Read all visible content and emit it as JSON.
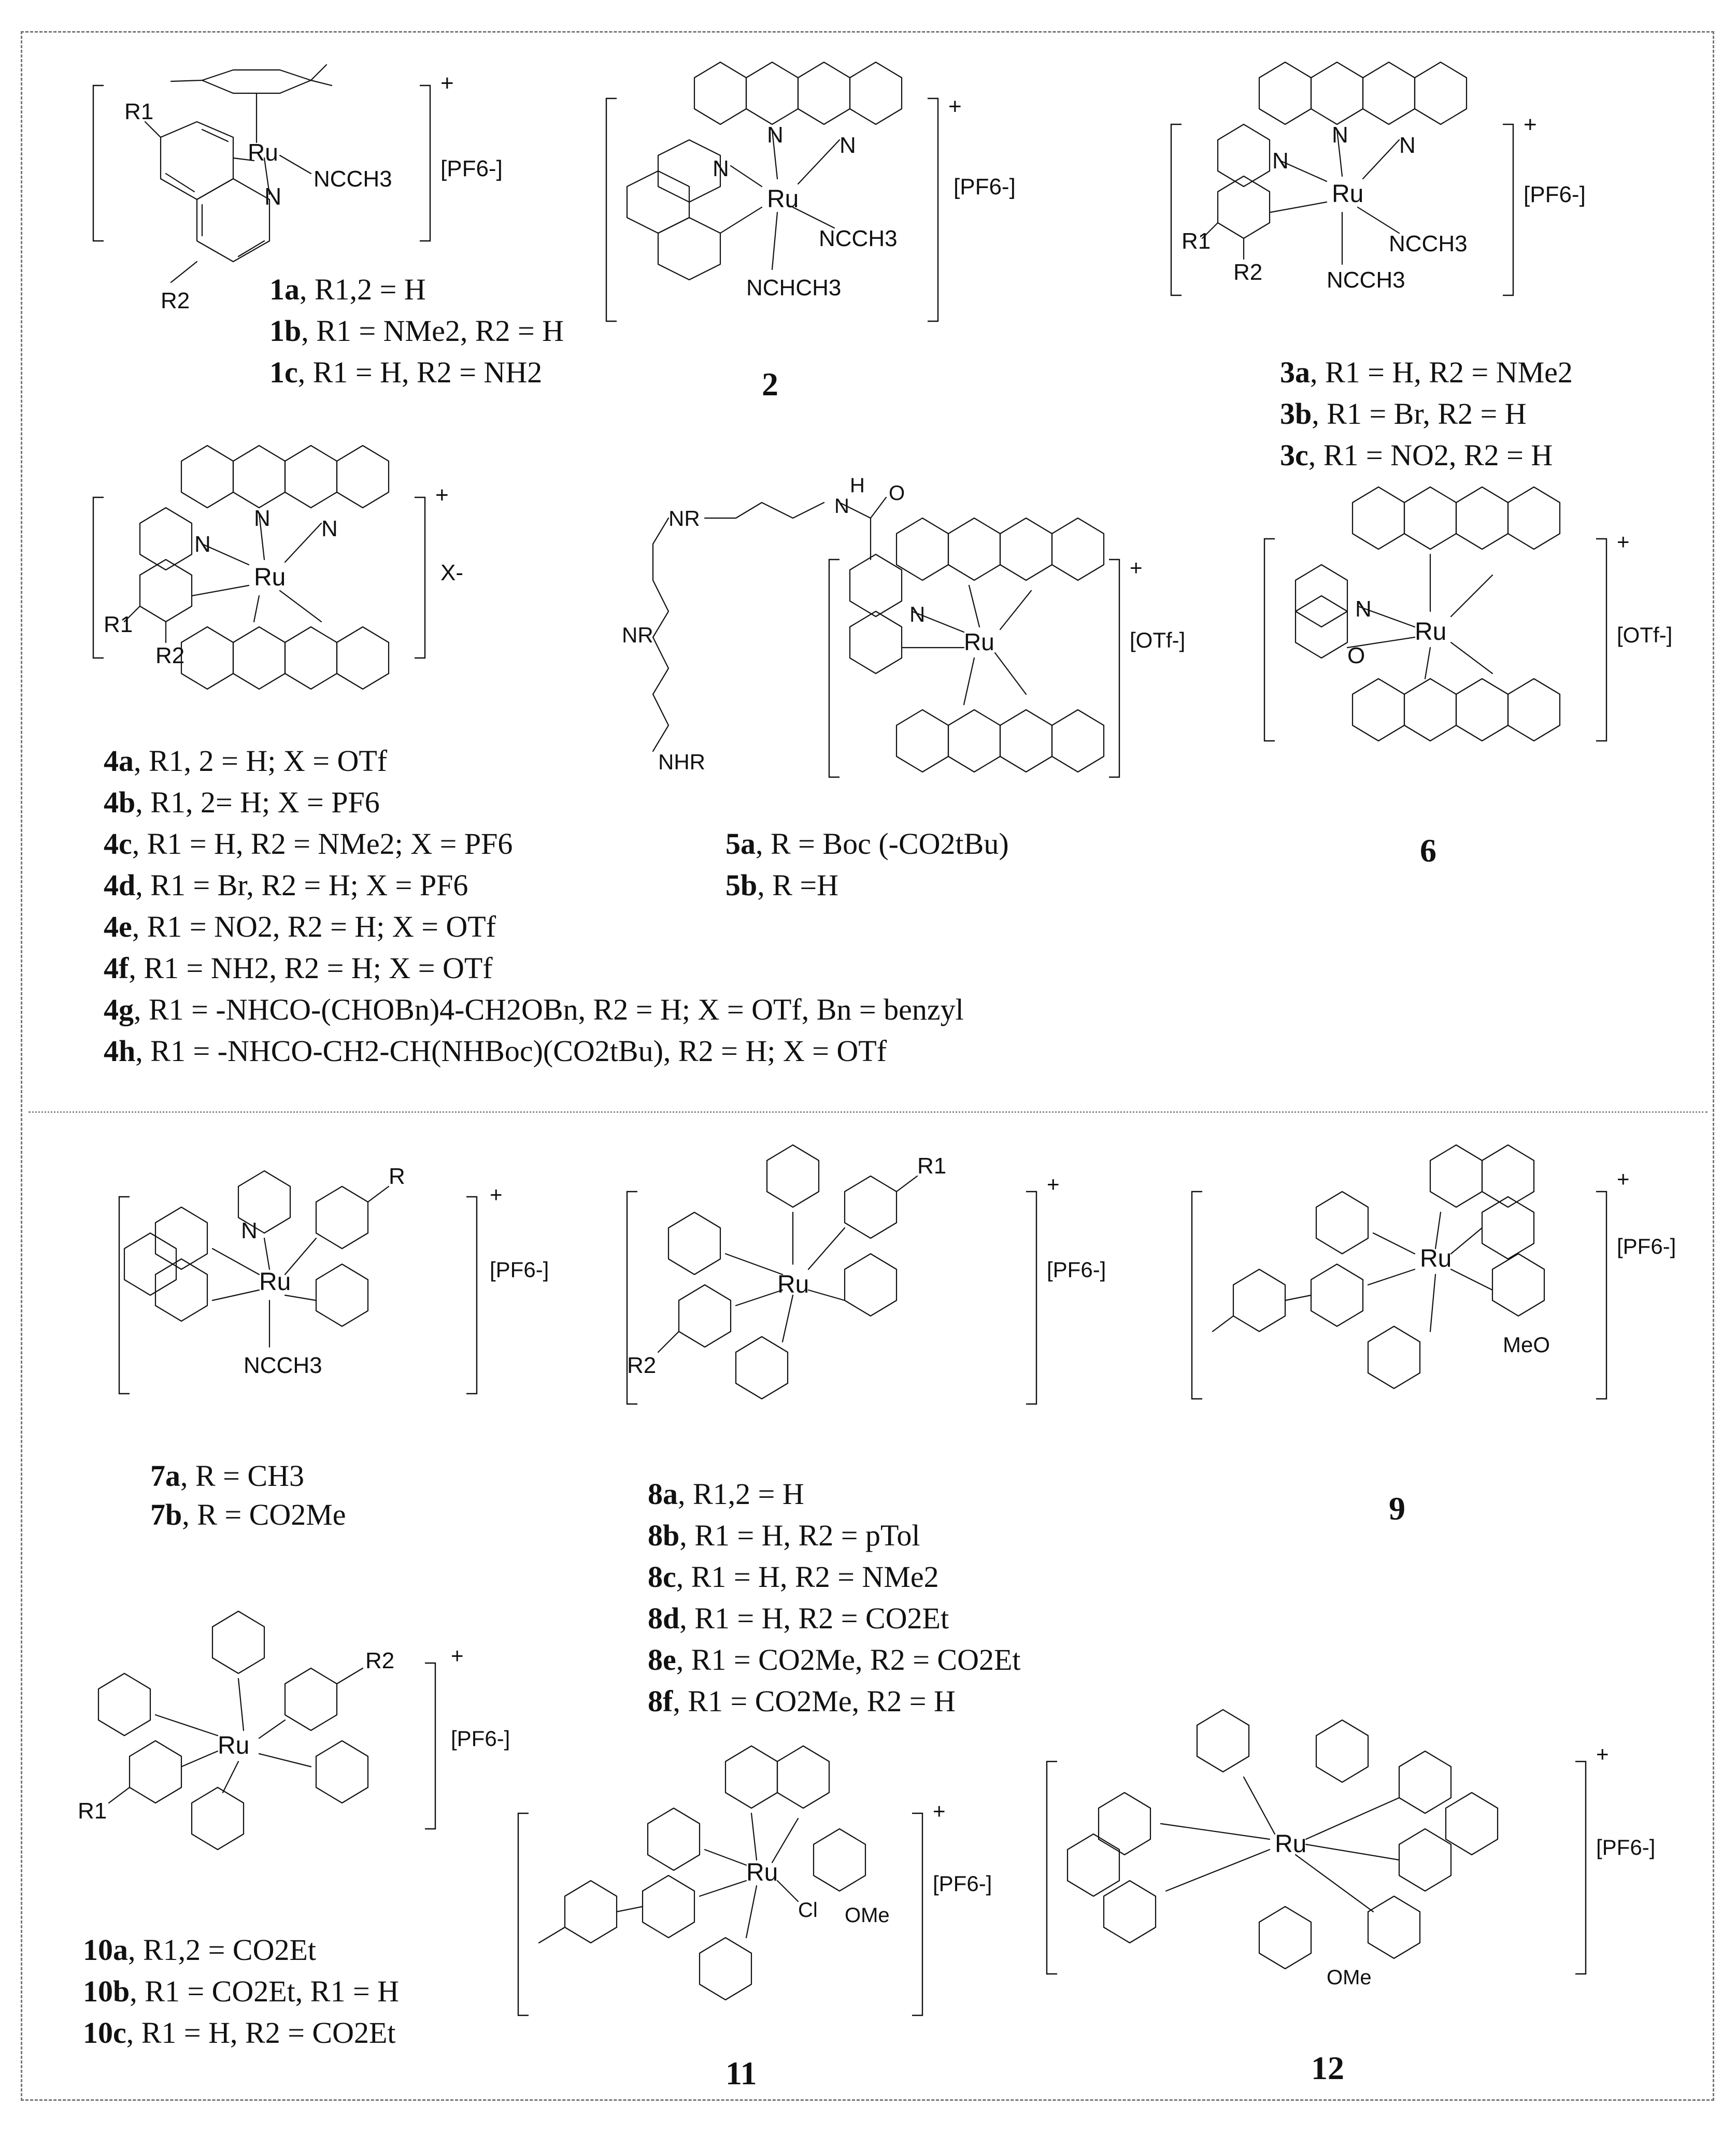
{
  "figure": {
    "atoms": {
      "ru": "Ru",
      "n": "N",
      "o": "O",
      "cl": "Cl"
    },
    "ligands": {
      "acn": "NCCH3",
      "acn_alt": "NCHCH3",
      "ome": "OMe",
      "meo": "MeO",
      "nhr": "NHR",
      "nr": "NR",
      "h": "H"
    },
    "substituents": {
      "r": "R",
      "r1": "R1",
      "r2": "R2"
    },
    "counterions": {
      "pf6": "[PF6-]",
      "otf": "[OTf-]",
      "x": "X-"
    },
    "charge_plus": "+"
  },
  "compounds": [
    {
      "label": "1",
      "variants": [
        {
          "id": "1a",
          "rest": ", R1,2 = H"
        },
        {
          "id": "1b",
          "rest": ", R1 = NMe2, R2 = H"
        },
        {
          "id": "1c",
          "rest": ", R1 = H, R2 = NH2"
        }
      ]
    },
    {
      "label": "2",
      "variants": []
    },
    {
      "label": "3",
      "variants": [
        {
          "id": "3a",
          "rest": ", R1 = H, R2 = NMe2"
        },
        {
          "id": "3b",
          "rest": ", R1 = Br, R2 = H"
        },
        {
          "id": "3c",
          "rest": ", R1 = NO2, R2 = H"
        }
      ]
    },
    {
      "label": "4",
      "variants": [
        {
          "id": "4a",
          "rest": ", R1, 2 = H; X = OTf"
        },
        {
          "id": "4b",
          "rest": ", R1, 2= H; X = PF6"
        },
        {
          "id": "4c",
          "rest": ", R1 = H, R2 = NMe2; X = PF6"
        },
        {
          "id": "4d",
          "rest": ", R1 = Br, R2 = H; X = PF6"
        },
        {
          "id": "4e",
          "rest": ", R1 = NO2, R2 = H; X = OTf"
        },
        {
          "id": "4f",
          "rest": ", R1 = NH2, R2 = H; X = OTf"
        },
        {
          "id": "4g",
          "rest": ", R1 = -NHCO-(CHOBn)4-CH2OBn, R2 = H; X = OTf, Bn = benzyl"
        },
        {
          "id": "4h",
          "rest": ", R1 = -NHCO-CH2-CH(NHBoc)(CO2tBu), R2 = H; X = OTf"
        }
      ]
    },
    {
      "label": "5",
      "variants": [
        {
          "id": "5a",
          "rest": ", R = Boc (-CO2tBu)"
        },
        {
          "id": "5b",
          "rest": ", R =H"
        }
      ]
    },
    {
      "label": "6",
      "variants": []
    },
    {
      "label": "7",
      "variants": [
        {
          "id": "7a",
          "rest": ", R = CH3"
        },
        {
          "id": "7b",
          "rest": ", R =  CO2Me"
        }
      ]
    },
    {
      "label": "8",
      "variants": [
        {
          "id": "8a",
          "rest": ", R1,2 = H"
        },
        {
          "id": "8b",
          "rest": ", R1 = H, R2 = pTol"
        },
        {
          "id": "8c",
          "rest": ", R1 = H, R2 = NMe2"
        },
        {
          "id": "8d",
          "rest": ", R1 = H, R2 = CO2Et"
        },
        {
          "id": "8e",
          "rest": ", R1 = CO2Me, R2 = CO2Et"
        },
        {
          "id": "8f",
          "rest": ", R1 = CO2Me, R2 = H"
        }
      ]
    },
    {
      "label": "9",
      "variants": []
    },
    {
      "label": "10",
      "variants": [
        {
          "id": "10a",
          "rest": ", R1,2 = CO2Et"
        },
        {
          "id": "10b",
          "rest": ", R1 = CO2Et, R1 = H"
        },
        {
          "id": "10c",
          "rest": ", R1 = H, R2 = CO2Et"
        }
      ]
    },
    {
      "label": "11",
      "variants": []
    },
    {
      "label": "12",
      "variants": []
    }
  ]
}
